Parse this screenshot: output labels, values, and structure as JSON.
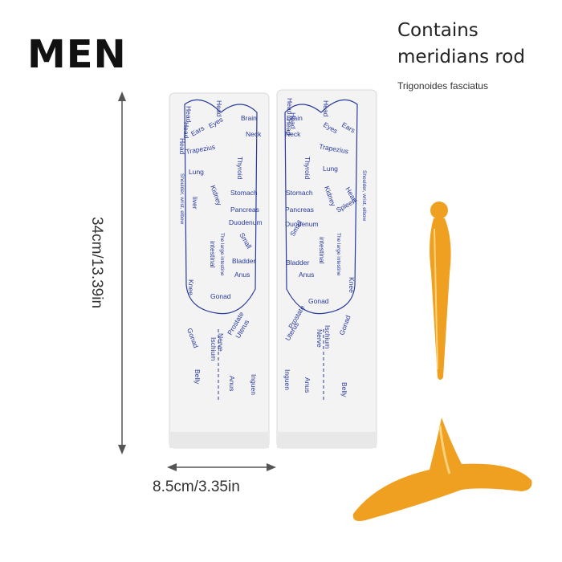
{
  "title": "MEN",
  "product_note": {
    "line1": "Contains",
    "line2": "meridians rod",
    "sub": "Trigonoides fasciatus"
  },
  "dimensions": {
    "height": "34cm/13.39in",
    "width": "8.5cm/3.35in"
  },
  "colors": {
    "ink": "#2a3b9c",
    "rod": "#f0a020",
    "sock": "#f4f4f4"
  },
  "left_sock": {
    "labels": [
      "Head",
      "Head",
      "Head",
      "Head",
      "Brain",
      "Neck",
      "Eyes",
      "Ears",
      "Trapezius",
      "Thyroid",
      "Lung",
      "Shoulder, wrist, elbow",
      "liver",
      "Kidney",
      "Stomach",
      "Pancreas",
      "Duodenum",
      "Small",
      "The large intestine",
      "intestinal",
      "Bladder",
      "Anus",
      "Knee",
      "Gonad",
      "Gonad",
      "Nerve",
      "Ischium",
      "Prostate",
      "Uterus",
      "Belly",
      "Anus",
      "Inguen"
    ]
  },
  "right_sock": {
    "labels": [
      "Head",
      "Head",
      "Head",
      "Head",
      "Brain",
      "Neck",
      "Eyes",
      "Ears",
      "Trapezius",
      "Thyroid",
      "Lung",
      "Heart",
      "Shoulder, wrist, elbow",
      "Stomach",
      "Kidney",
      "Pancreas",
      "Spleen",
      "Duodenum",
      "Small",
      "intestinal",
      "The large intestine",
      "Bladder",
      "Anus",
      "Knee",
      "Gonad",
      "Prostate",
      "Uterus",
      "Ischium",
      "Nerve",
      "Gonad",
      "Inguen",
      "Anus",
      "Belly"
    ]
  }
}
